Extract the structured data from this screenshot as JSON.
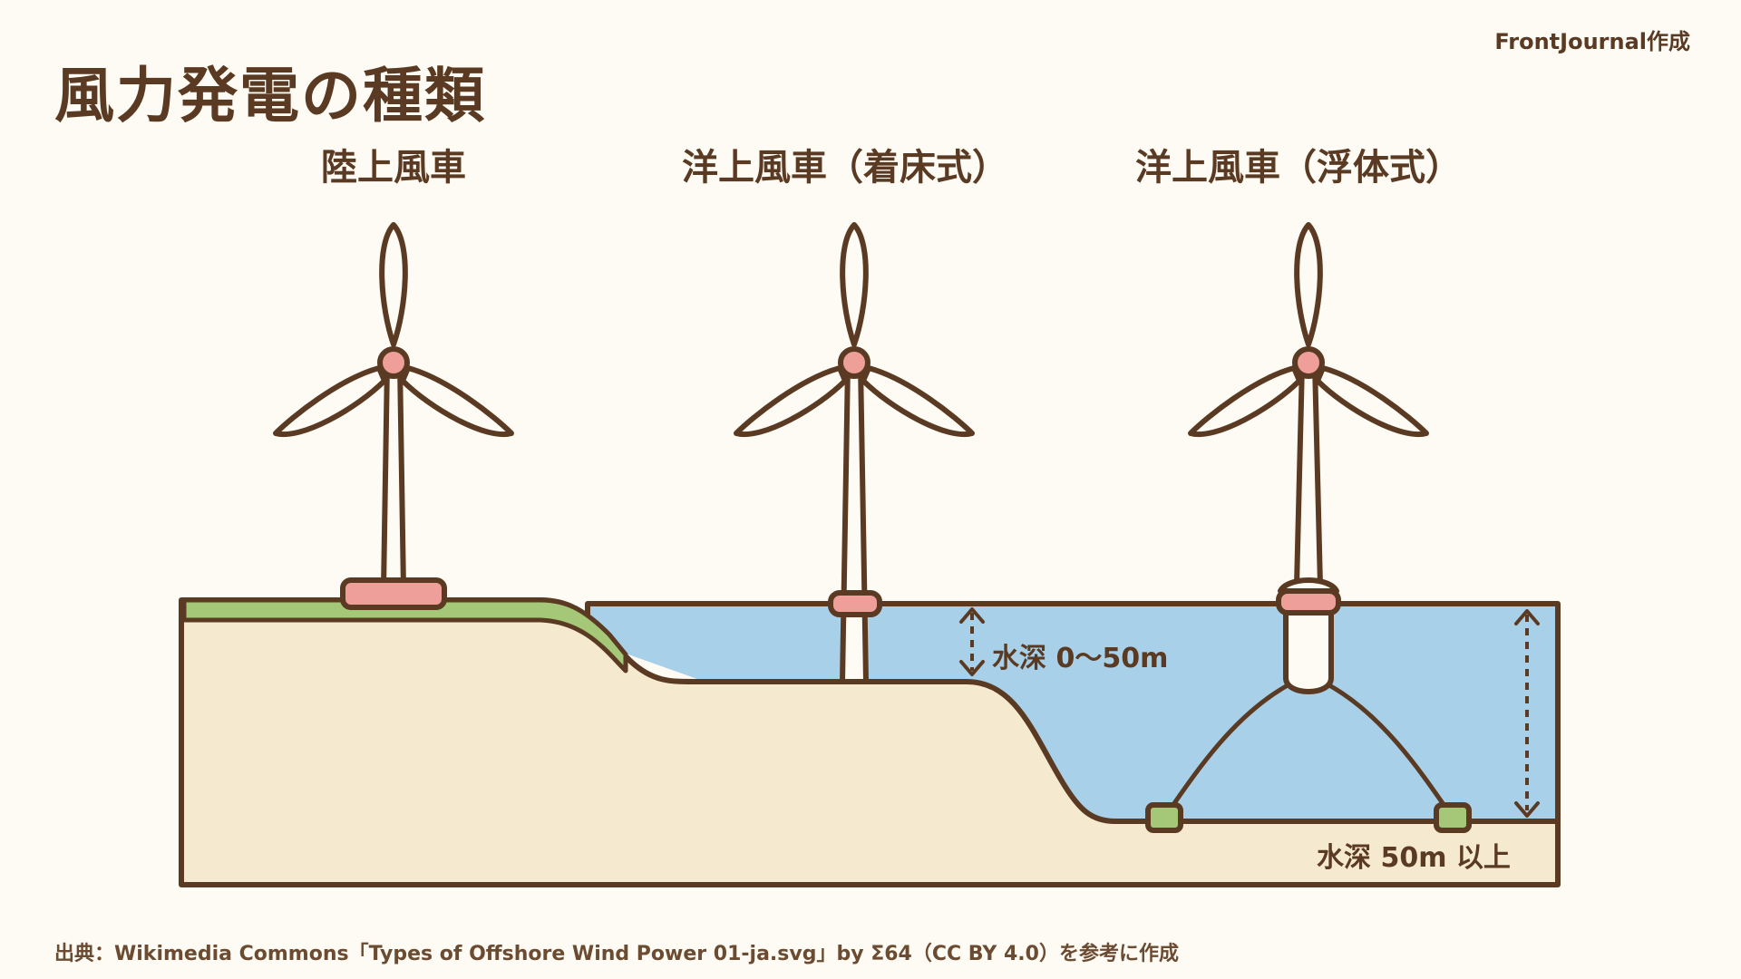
{
  "title": "風力発電の種類",
  "credit": "FrontJournal作成",
  "columns": {
    "onshore": "陸上風車",
    "fixed": "洋上風車（着床式）",
    "floating": "洋上風車（浮体式）"
  },
  "depth_labels": {
    "shallow": "水深 0〜50m",
    "deep": "水深 50m 以上"
  },
  "source": "出典：Wikimedia Commons「Types of Offshore Wind Power 01-ja.svg」by Σ64（CC BY 4.0）を参考に作成",
  "colors": {
    "outline": "#5a3a22",
    "ground": "#f5ead0",
    "grass": "#a4c878",
    "water": "#a8d0e8",
    "hub": "#ef9f9a",
    "anchor": "#a4c878",
    "background": "#fdfbf3"
  }
}
